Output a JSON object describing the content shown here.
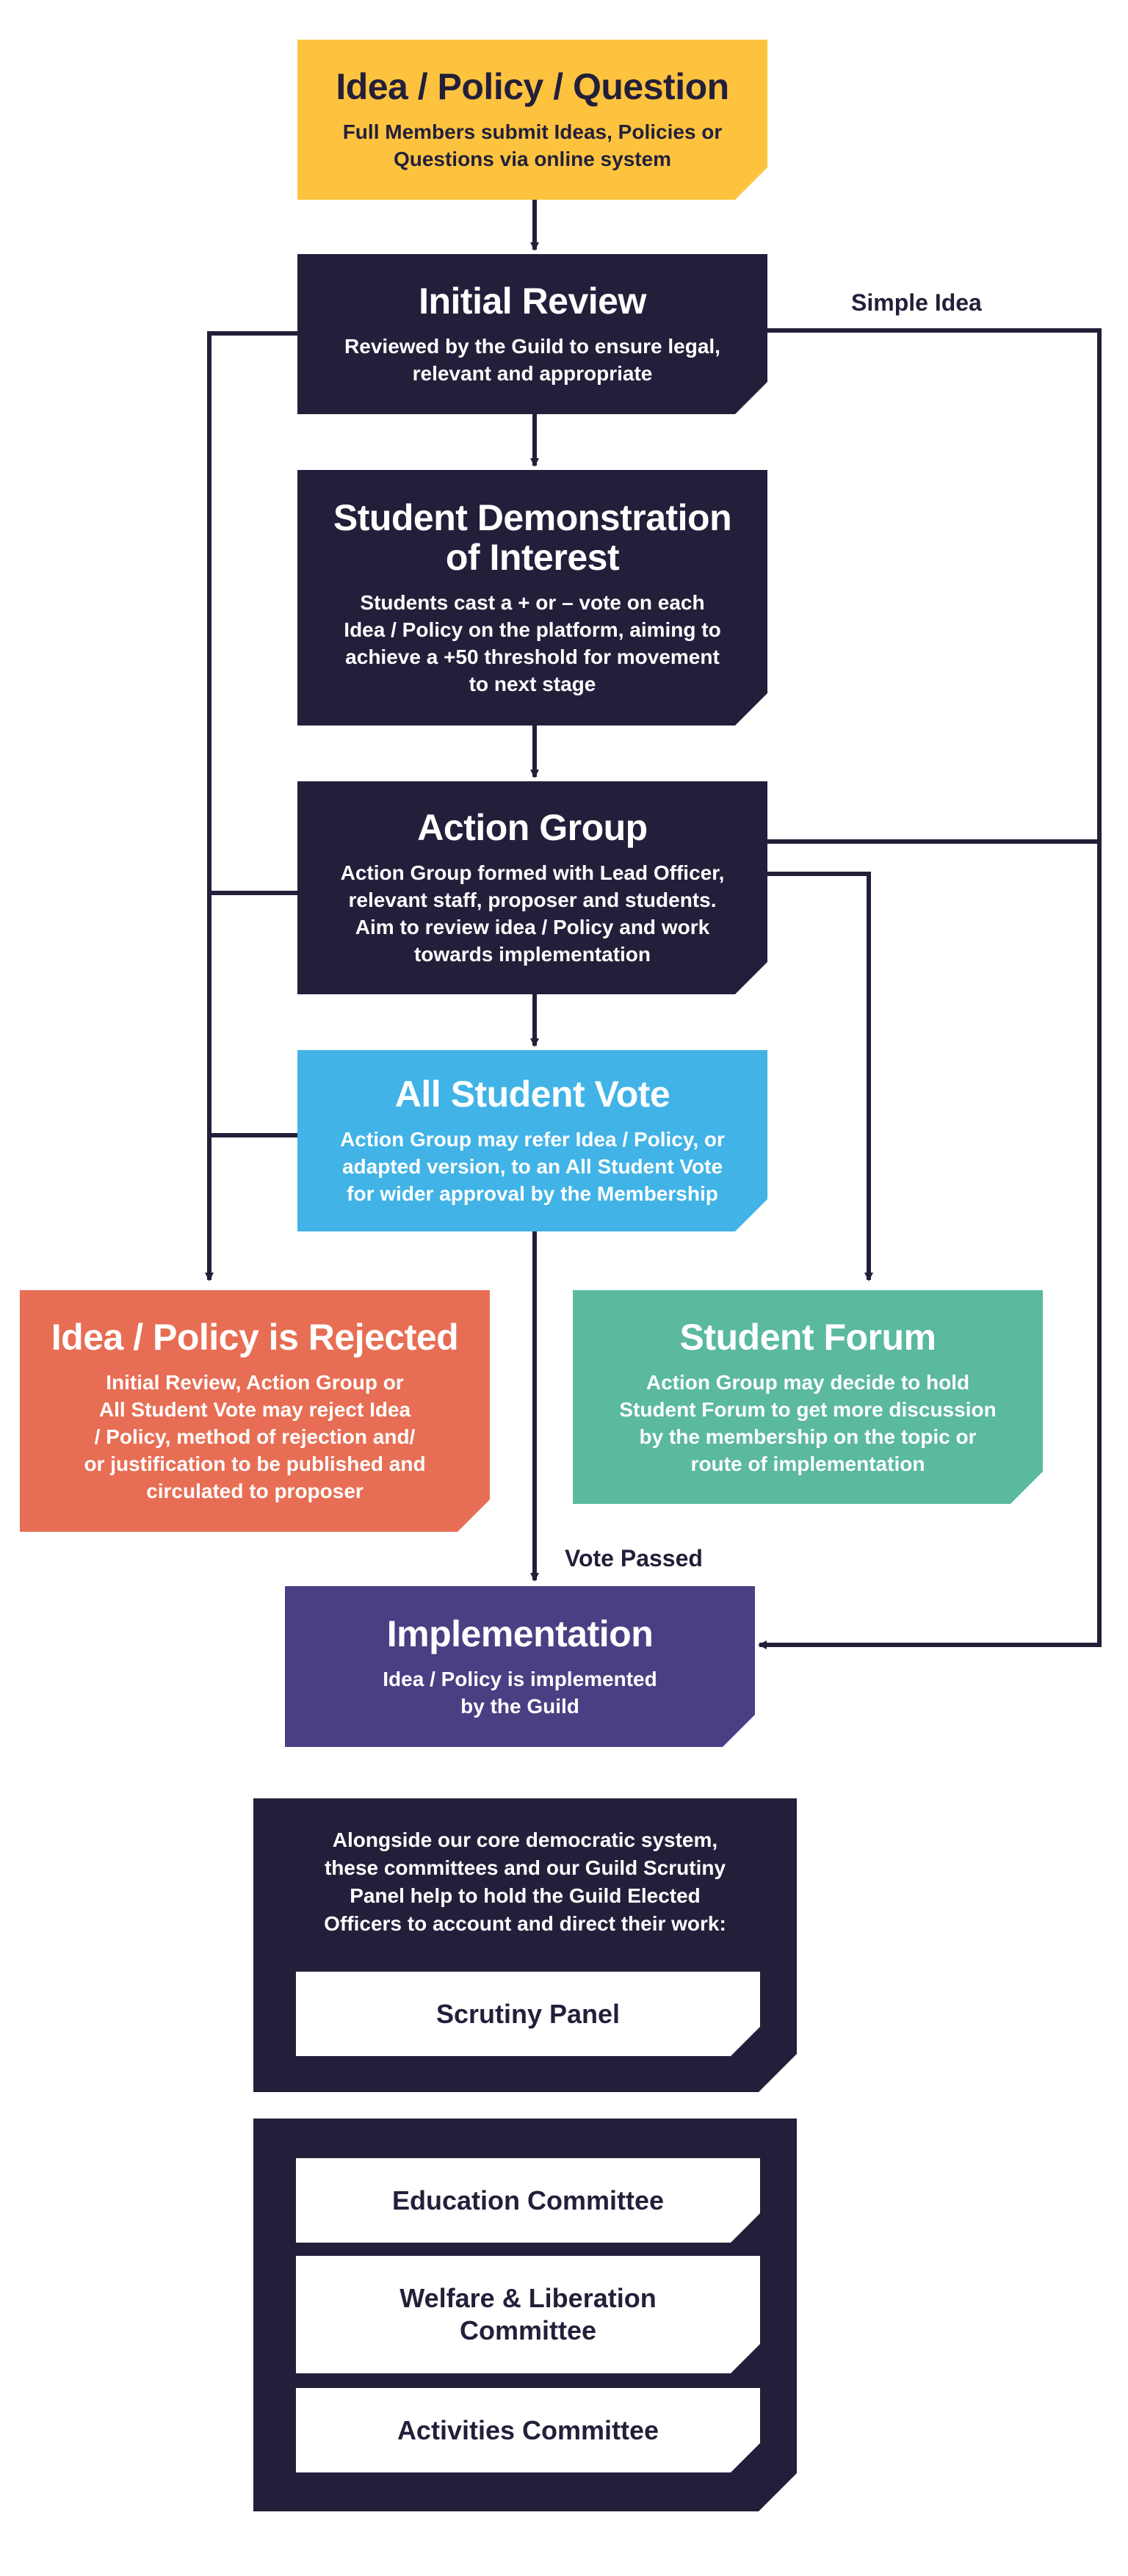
{
  "colors": {
    "navy": "#231f3a",
    "yellow": "#fdc33f",
    "blue": "#41b3e6",
    "red": "#e76e54",
    "green": "#5ab99f",
    "purple": "#4b3f84",
    "card": "#ffffff"
  },
  "stages": {
    "idea": {
      "title": "Idea / Policy / Question",
      "text": "Full Members submit Ideas, Policies or\nQuestions via online system"
    },
    "initial_review": {
      "title": "Initial Review",
      "text": "Reviewed by the Guild to ensure legal,\nrelevant and appropriate"
    },
    "demonstration": {
      "title": "Student Demonstration\nof Interest",
      "text": "Students cast a + or – vote on each\nIdea / Policy on the platform, aiming to\nachieve a +50 threshold for movement\nto next stage"
    },
    "action_group": {
      "title": "Action Group",
      "text": "Action Group formed with Lead Officer,\nrelevant staff, proposer and students.\nAim to review idea / Policy and work\ntowards implementation"
    },
    "all_student_vote": {
      "title": "All Student Vote",
      "text": "Action Group may refer Idea / Policy, or\nadapted version, to an All Student Vote\nfor wider approval by the Membership"
    },
    "rejected": {
      "title": "Idea / Policy is Rejected",
      "text": "Initial Review, Action Group or\nAll Student Vote may reject Idea\n/ Policy, method of rejection and/\nor justification to be published and\ncirculated to proposer"
    },
    "student_forum": {
      "title": "Student Forum",
      "text": "Action Group may decide to hold\nStudent Forum to get more discussion\nby the membership on the topic or\nroute of implementation"
    },
    "implementation": {
      "title": "Implementation",
      "text": "Idea / Policy is implemented\nby the Guild"
    }
  },
  "edge_labels": {
    "simple_idea": "Simple Idea",
    "vote_passed": "Vote Passed"
  },
  "committees": {
    "intro": "Alongside our core democratic system,\nthese committees and our Guild Scrutiny\nPanel help to hold the Guild Elected\nOfficers to account and direct their work:",
    "scrutiny_panel": "Scrutiny Panel",
    "education": "Education Committee",
    "welfare": "Welfare & Liberation\nCommittee",
    "activities": "Activities Committee"
  }
}
